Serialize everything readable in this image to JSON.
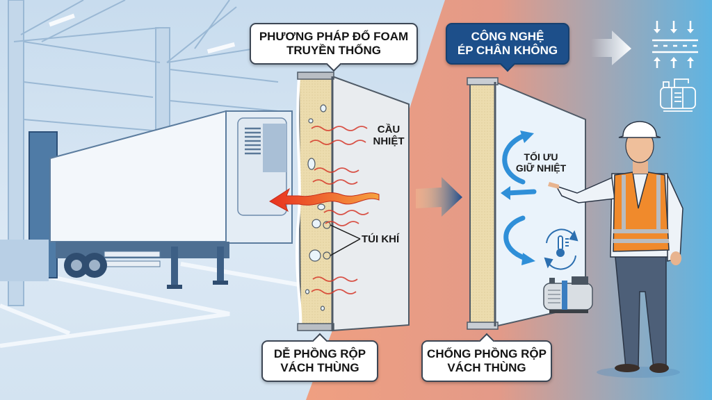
{
  "title": "So sánh phương pháp sản xuất vách thùng lạnh",
  "left_panel": {
    "header": [
      "PHƯƠNG PHÁP ĐỔ FOAM",
      "TRUYỀN THỐNG"
    ],
    "callout_thermal_bridge": [
      "CẦU",
      "NHIỆT"
    ],
    "callout_air_pockets": "TÚI KHÍ",
    "footer": [
      "DỄ PHỒNG RỘP",
      "VÁCH THÙNG"
    ]
  },
  "right_panel": {
    "header": [
      "CÔNG NGHỆ",
      "ÉP CHÂN KHÔNG"
    ],
    "callout_insulation": [
      "TỐI ƯU",
      "GIỮ NHIỆT"
    ],
    "footer": [
      "CHỐNG PHỒNG RỘP",
      "VÁCH THÙNG"
    ]
  },
  "icons": {
    "compression": "press-compression-icon",
    "pump": "vacuum-pump-icon",
    "thermometer": "thermometer-cycle-icon"
  },
  "colors": {
    "left_bg": "#d6e6f3",
    "right_bg_warm": "#f2a17e",
    "right_bg_cool": "#6bb9e3",
    "header_dark": "#1d4f8a",
    "heat": "#e0402a",
    "foam": "#ecdcae",
    "cool_arrow": "#2f8fd8",
    "vest": "#f08a2c"
  }
}
